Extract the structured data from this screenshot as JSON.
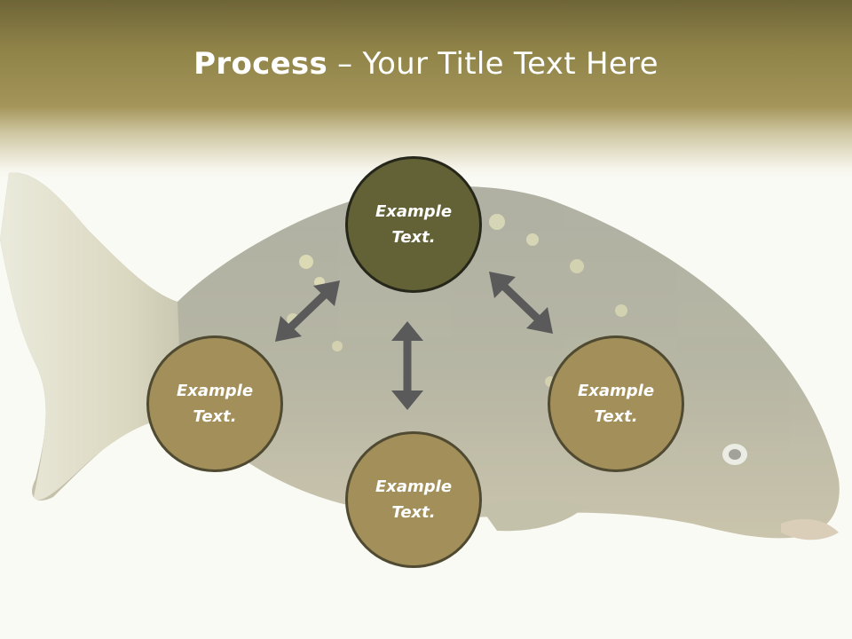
{
  "slide": {
    "title_bold": "Process",
    "title_rest": " – Your Title Text Here"
  },
  "nodes": {
    "top": "Example\nText.",
    "left": "Example\nText.",
    "right": "Example\nText.",
    "bottom": "Example\nText."
  },
  "colors": {
    "header": "#8f8348",
    "node_primary": "#626236",
    "node_secondary": "#a28f5a",
    "arrow": "#5a5a5a"
  },
  "icons": {
    "arrows": "double-headed-arrow"
  }
}
